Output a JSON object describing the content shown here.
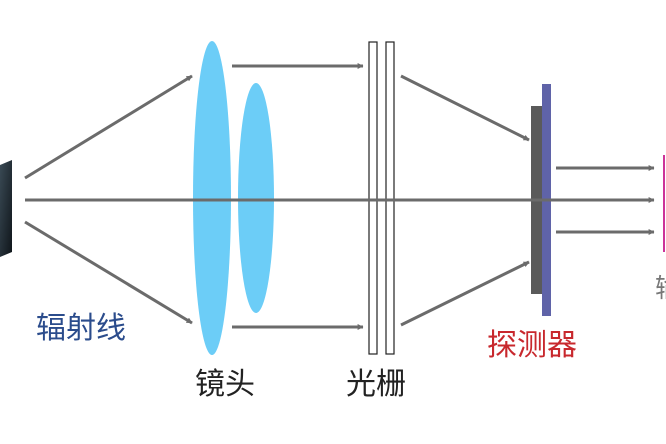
{
  "labels": {
    "radiation": "辐射线",
    "lens": "镜头",
    "grating": "光栅",
    "detector": "探测器",
    "cut_glyph": "输"
  },
  "colors": {
    "background": "#ffffff",
    "arrow": "#6b6b6b",
    "lens_fill": "#6ccdf7",
    "grating_stroke": "#222222",
    "detector_dark": "#5a5a5a",
    "detector_plate": "#5f63a8",
    "source_dark": "#1f2a33",
    "output_pink": "#cc3399",
    "label_radiation": "#2b4c8c",
    "label_default": "#222222",
    "label_detector": "#c8282d",
    "label_cut": "#777777"
  }
}
